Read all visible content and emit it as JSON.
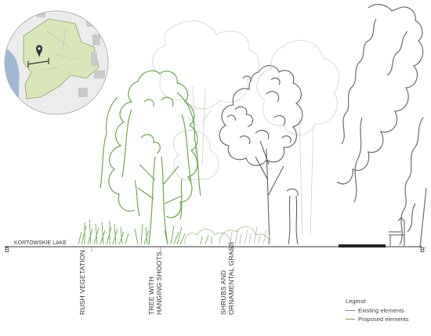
{
  "section": {
    "lake_label": "KORTOWSKIE LAKE",
    "start_marker": "B",
    "end_marker": "B'"
  },
  "labels": {
    "rush": "RUSH VEGETATION",
    "tree_line1": "TREE WITH",
    "tree_line2": "HANGING SHOOTS",
    "shrubs_line1": "SHRUBS AND",
    "shrubs_line2": "ORNAMENTAL GRASS"
  },
  "legend": {
    "title": "Legend:",
    "items": [
      {
        "label": "Existing elements",
        "color": "#888888"
      },
      {
        "label": "Proposed elements",
        "color": "#6aa84f"
      }
    ]
  },
  "colors": {
    "proposed": "#6aa84f",
    "existing": "#6b6b6b",
    "background_tree": "#c8c8c8",
    "park_map": "#d8e6b8",
    "water": "#9fb8d3"
  },
  "icons": {
    "map_pin": "location-pin-icon",
    "bench": "bench-icon"
  }
}
